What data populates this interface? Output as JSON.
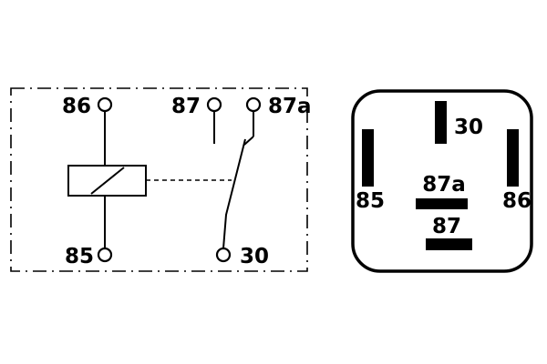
{
  "schematic": {
    "terminals": {
      "t86": "86",
      "t87": "87",
      "t87a": "87a",
      "t85": "85",
      "t30": "30"
    }
  },
  "pinout": {
    "pins": {
      "p30": "30",
      "p85": "85",
      "p86": "86",
      "p87a": "87a",
      "p87": "87"
    }
  },
  "colors": {
    "line": "#000000",
    "background": "#ffffff"
  }
}
